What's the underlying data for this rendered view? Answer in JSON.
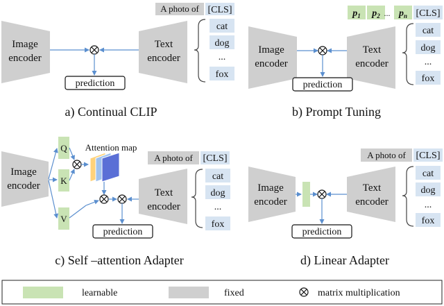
{
  "colors": {
    "fixed": "#cfcfcf",
    "learnable": "#c9e3b4",
    "cls_box": "#d7e4f2",
    "arrow": "#5b8fcf",
    "attention": "#5a6fd6"
  },
  "common": {
    "image_encoder": [
      "Image",
      "encoder"
    ],
    "text_encoder": [
      "Text",
      "encoder"
    ],
    "prediction": "prediction",
    "a_photo_of": "A photo of",
    "cls": "[CLS]",
    "classes": [
      "cat",
      "dog",
      "...",
      "fox"
    ],
    "multiply_symbol": "⊗"
  },
  "panels": {
    "a": {
      "caption": "a)  Continual CLIP"
    },
    "b": {
      "caption": "b)  Prompt Tuning",
      "prompts": [
        {
          "base": "p",
          "sub": "1"
        },
        {
          "base": "p",
          "sub": "2"
        },
        {
          "base": "p",
          "sub": "n"
        }
      ],
      "prompt_ellipsis": "..."
    },
    "c": {
      "caption": "c)  Self –attention Adapter",
      "qkv": [
        "Q",
        "K",
        "V"
      ],
      "attention_label": "Attention map"
    },
    "d": {
      "caption": "d)  Linear Adapter"
    }
  },
  "legend": {
    "learnable": "learnable",
    "fixed": "fixed",
    "matrix": "matrix multiplication"
  }
}
